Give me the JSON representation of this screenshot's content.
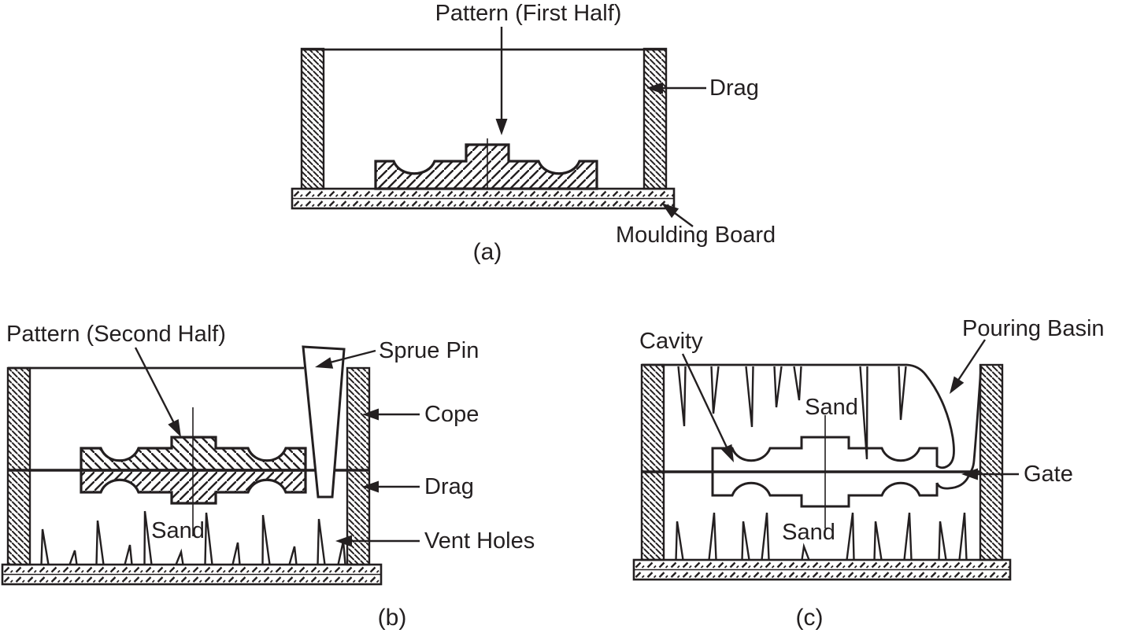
{
  "colors": {
    "ink": "#231f20",
    "paper": "#ffffff"
  },
  "panels": {
    "a": {
      "caption": "(a)",
      "labels": {
        "pattern": "Pattern (First Half)",
        "drag": "Drag",
        "moulding_board": "Moulding Board"
      }
    },
    "b": {
      "caption": "(b)",
      "labels": {
        "pattern": "Pattern (Second Half)",
        "sprue_pin": "Sprue Pin",
        "cope": "Cope",
        "drag": "Drag",
        "sand": "Sand",
        "vent_holes": "Vent Holes"
      }
    },
    "c": {
      "caption": "(c)",
      "labels": {
        "cavity": "Cavity",
        "pouring_basin": "Pouring Basin",
        "sand_top": "Sand",
        "sand_bottom": "Sand",
        "gate": "Gate"
      }
    }
  }
}
